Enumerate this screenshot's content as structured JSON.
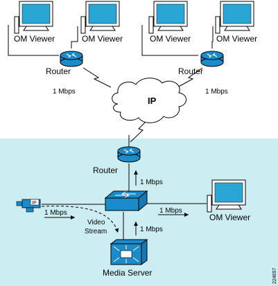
{
  "colors": {
    "shaded_region": "#cceef3",
    "device_blue": "#1c8bc9",
    "monitor_cyan": "#2aa6d4",
    "cloud_fill": "#ffffff",
    "line": "#000000"
  },
  "labels": {
    "viewer_1": "OM Viewer",
    "viewer_2": "OM Viewer",
    "viewer_3": "OM Viewer",
    "viewer_4": "OM Viewer",
    "viewer_5": "OM Viewer",
    "router_left": "Router",
    "router_right": "Router",
    "router_bottom": "Router",
    "link_left": "1 Mbps",
    "link_right": "1 Mbps",
    "link_router_switch": "1 Mbps",
    "link_switch_viewer": "1 Mbps",
    "link_switch_server": "1 Mbps",
    "link_camera": "1 Mbps",
    "cloud": "IP",
    "camera_badge": "IP",
    "video_stream_line1": "Video",
    "video_stream_line2": "Stream",
    "media_server": "Media Server",
    "figure_id": "224657"
  }
}
